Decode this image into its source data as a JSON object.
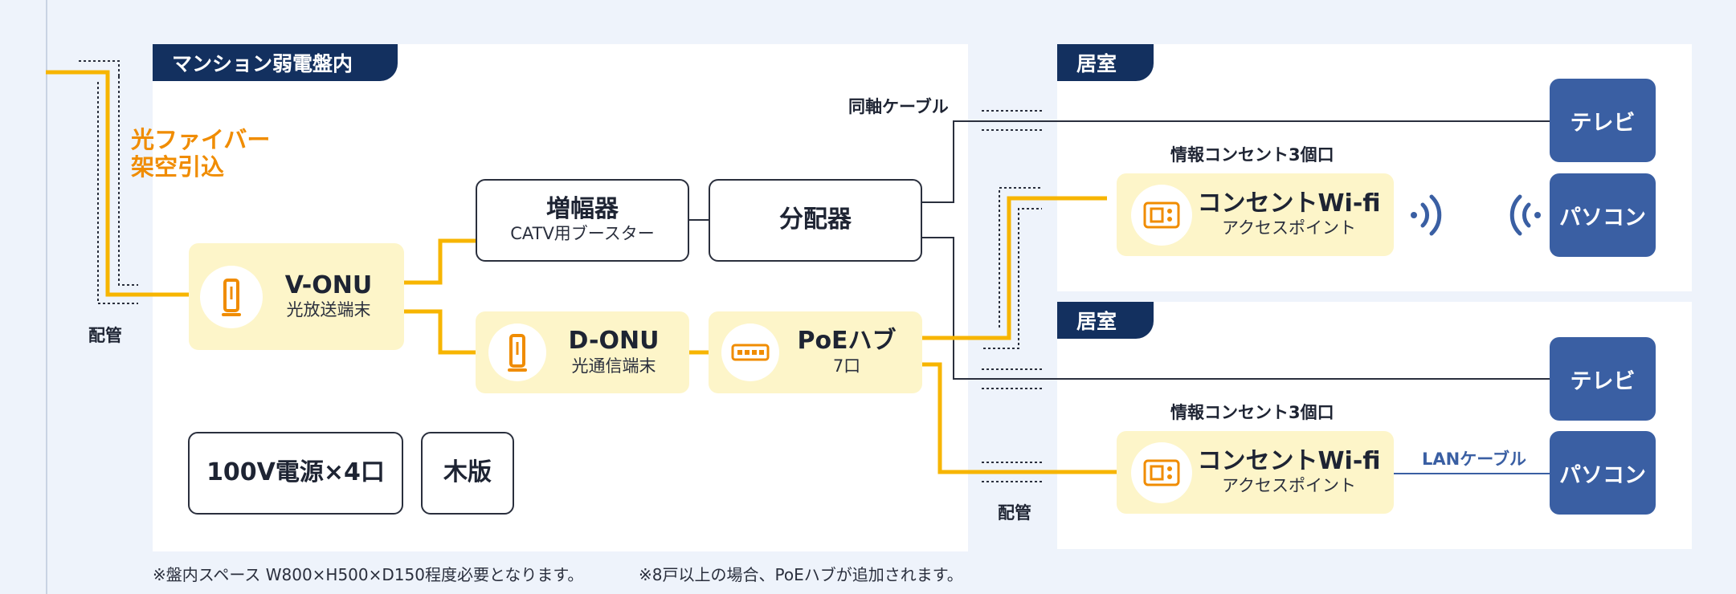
{
  "sections": {
    "panel_room": "マンション弱電盤内",
    "room1": "居室",
    "room2": "居室"
  },
  "fiber_label": [
    "光ファイバー",
    "架空引込"
  ],
  "labels": {
    "conduit_left": "配管",
    "conduit_bottom": "配管",
    "coax": "同軸ケーブル",
    "outlet1": "情報コンセント3個口",
    "outlet2": "情報コンセント3個口",
    "lan": "LANケーブル"
  },
  "devices": {
    "vonu": {
      "name": "V-ONU",
      "desc": "光放送端末"
    },
    "amp": {
      "name": "増幅器",
      "desc": "CATV用ブースター"
    },
    "splitter": {
      "name": "分配器"
    },
    "donu": {
      "name": "D-ONU",
      "desc": "光通信端末"
    },
    "poe": {
      "name": "PoEハブ",
      "desc": "7口"
    },
    "power": {
      "name": "100V電源×4口"
    },
    "board": {
      "name": "木版"
    },
    "wifi1": {
      "name": "コンセントWi-fi",
      "desc": "アクセスポイント"
    },
    "wifi2": {
      "name": "コンセントWi-fi",
      "desc": "アクセスポイント"
    },
    "tv1": "テレビ",
    "pc1": "パソコン",
    "tv2": "テレビ",
    "pc2": "パソコン"
  },
  "footnotes": [
    "※盤内スペース W800×H500×D150程度必要となります。",
    "※8戸以上の場合、PoEハブが追加されます。"
  ],
  "colors": {
    "fiber": "#f7b500",
    "fiber_text": "#f08c00",
    "coax": "#2a2f3d",
    "lan": "#3a5fa3",
    "navy": "#13305f",
    "device_bg": "#fdf5c9",
    "terminal": "#3a5fa3"
  }
}
